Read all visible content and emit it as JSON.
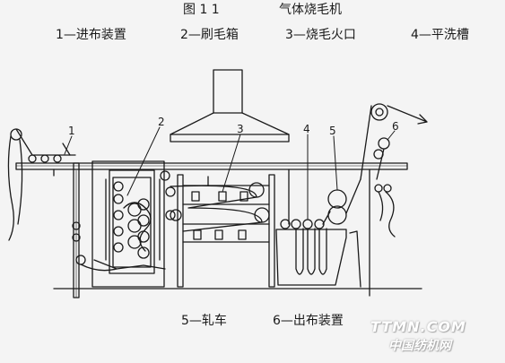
{
  "figure": {
    "label": "图 1   1",
    "title": "气体烧毛机"
  },
  "legend": [
    {
      "text": "1—进布装置"
    },
    {
      "text": "2—刷毛箱"
    },
    {
      "text": "3—烧毛火口"
    },
    {
      "text": "4—平洗槽"
    },
    {
      "text": "5—轧车"
    },
    {
      "text": "6—出布装置"
    }
  ],
  "callouts": [
    "1",
    "2",
    "3",
    "4",
    "5",
    "6"
  ],
  "watermark": {
    "line1": "TTMN.COM",
    "line2": "中国纺机网"
  }
}
